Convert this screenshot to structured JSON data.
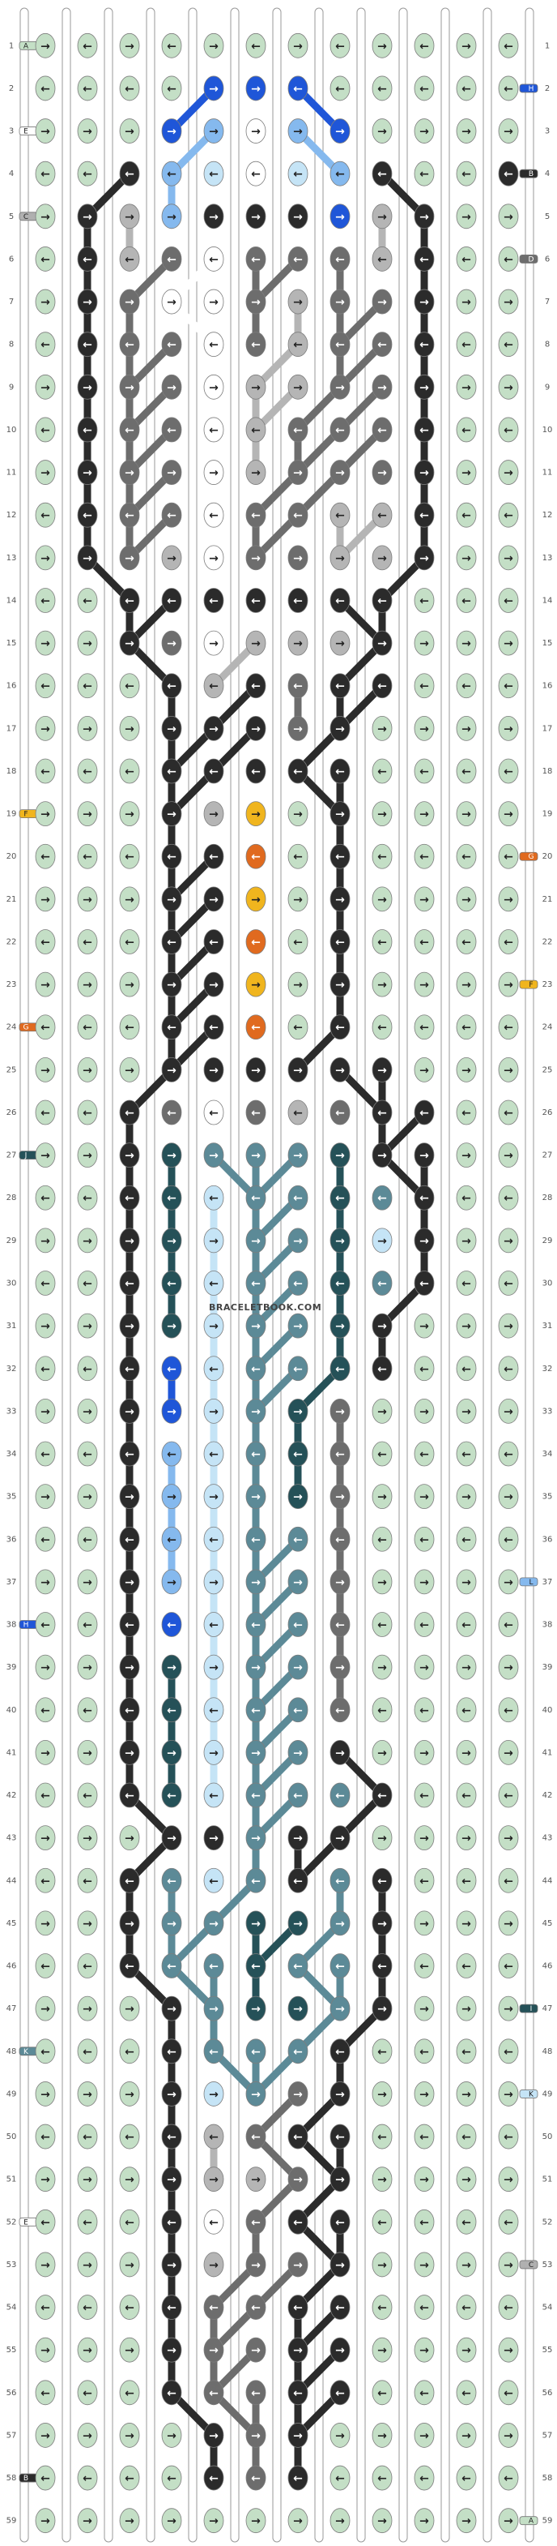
{
  "watermark": "BRACELETBOOK.COM",
  "rows": 59,
  "strings": 13,
  "colors": {
    "A": "#c4dfc6",
    "B": "#1f56d8",
    "C": "#b5b5b5",
    "D": "#2b2b2b",
    "E": "#ffffff",
    "F": "#6d6d6d",
    "G": "#f0b51e",
    "H": "#e06a1f",
    "I": "#255158",
    "J": "#5c8a97",
    "K": "#c5e4f6",
    "L": "#85b9ee",
    "M": "#b0b0b0"
  },
  "left_tags": [
    {
      "row": 1,
      "letter": "A",
      "color": "A"
    },
    {
      "row": 3,
      "letter": "E",
      "color": "E"
    },
    {
      "row": 5,
      "letter": "C",
      "color": "M"
    },
    {
      "row": 19,
      "letter": "F",
      "color": "G"
    },
    {
      "row": 24,
      "letter": "G",
      "color": "H"
    },
    {
      "row": 27,
      "letter": "J",
      "color": "I"
    },
    {
      "row": 38,
      "letter": "H",
      "color": "B"
    },
    {
      "row": 48,
      "letter": "K",
      "color": "J"
    },
    {
      "row": 52,
      "letter": "E",
      "color": "E"
    },
    {
      "row": 58,
      "letter": "B",
      "color": "D"
    }
  ],
  "right_tags": [
    {
      "row": 2,
      "letter": "H",
      "color": "B"
    },
    {
      "row": 4,
      "letter": "B",
      "color": "D"
    },
    {
      "row": 6,
      "letter": "D",
      "color": "F"
    },
    {
      "row": 20,
      "letter": "G",
      "color": "H"
    },
    {
      "row": 23,
      "letter": "F",
      "color": "G"
    },
    {
      "row": 37,
      "letter": "L",
      "color": "L"
    },
    {
      "row": 47,
      "letter": "I",
      "color": "I"
    },
    {
      "row": 49,
      "letter": "K",
      "color": "K"
    },
    {
      "row": 53,
      "letter": "C",
      "color": "M"
    },
    {
      "row": 59,
      "letter": "A",
      "color": "A"
    }
  ],
  "knots": [
    "A-r A-l A-r A-l A-r A-l A-r A-l A-r A-l A-r A-l",
    "A-l A-l A-l A-l B-r B-r B-l A-l A-l A-l A-l A-l",
    "A-r A-r A-r B-r L-r E-r L-r B-r A-r A-r A-r A-r",
    "A-l A-l D-l L-l K-l E-l K-l L-l D-l A-l A-l D-l",
    "A-r D-r C-r L-r D-r D-r D-r B-r C-r D-r A-r A-r",
    "A-l D-l C-l F-l E-l F-l F-l F-l C-l D-l A-l A-l",
    "A-r D-r F-r E-r E-r F-r C-r F-r F-r D-r A-r A-r",
    "A-l D-l F-l F-l E-l F-l C-l F-l F-l D-l A-l A-l",
    "A-r D-r F-r F-r E-r C-r C-r F-r F-r D-r A-r A-r",
    "A-l D-l F-l F-l E-l C-l F-l F-l F-l D-l A-l A-l",
    "A-r D-r F-r F-r E-r C-r F-r F-r F-r D-r A-r A-r",
    "A-l D-l F-l F-l E-l F-l F-l C-l C-l D-l A-l A-l",
    "A-r D-r F-r C-r E-r F-r F-r C-r C-r D-r A-r A-r",
    "A-l A-l D-l D-l D-l D-l D-l D-l D-l A-l A-l A-l",
    "A-r A-r D-r F-r E-r C-r C-r C-r D-r A-r A-r A-r",
    "A-l A-l A-l D-l C-l D-l F-l D-l D-l A-l A-l A-l",
    "A-r A-r A-r D-r D-r D-r F-r D-r A-r A-r A-r A-r",
    "A-l A-l A-l D-l D-l D-l D-l D-l A-l A-l A-l A-l",
    "A-r A-r A-r D-r C-r G-r A-r D-r A-r A-r A-r A-r",
    "A-l A-l A-l D-l D-l H-l A-l D-l A-l A-l A-l A-l",
    "A-r A-r A-r D-r D-r G-r A-r D-r A-r A-r A-r A-r",
    "A-l A-l A-l D-l D-l H-l A-l D-l A-l A-l A-l A-l",
    "A-r A-r A-r D-r D-r G-r A-r D-r A-r A-r A-r A-r",
    "A-l A-l A-l D-l D-l H-l A-l D-l A-l A-l A-l A-l",
    "A-r A-r A-r D-r D-r D-r D-r D-r D-r A-r A-r A-r",
    "A-l A-l D-l F-l E-l F-l C-l F-l D-l D-l A-l A-l",
    "A-r A-r D-r I-r J-r J-r J-r I-r D-r D-r A-r A-r",
    "A-l A-l D-l I-l K-l J-l J-l I-l J-l D-l A-l A-l",
    "A-r A-r D-r I-r K-r J-r J-r I-r K-r D-r A-r A-r",
    "A-l A-l D-l I-l K-l J-l J-l I-l J-l D-l A-l A-l",
    "A-r A-r D-r I-r K-r J-r J-r I-r D-r A-r A-r A-r",
    "A-l A-l D-l B-l K-l J-l J-l I-l D-l A-l A-l A-l",
    "A-r A-r D-r B-r K-r J-r I-r F-r A-r A-r A-r A-r",
    "A-l A-l D-l L-l K-l J-l I-l F-l A-l A-l A-l A-l",
    "A-r A-r D-r L-r K-r J-r I-r F-r A-r A-r A-r A-r",
    "A-l A-l D-l L-l K-l J-l J-l F-l A-l A-l A-l A-l",
    "A-r A-r D-r L-r K-r J-r J-r F-r A-r A-r A-r A-r",
    "A-l A-l D-l B-l K-l J-l J-l F-l A-l A-l A-l A-l",
    "A-r A-r D-r I-r K-r J-r J-r F-r A-r A-r A-r A-r",
    "A-l A-l D-l I-l K-l J-l J-l F-l A-l A-l A-l A-l",
    "A-r A-r D-r I-r K-r J-r J-r D-r A-r A-r A-r A-r",
    "A-l A-l D-l I-l K-l J-l J-l J-l D-l A-l A-l A-l",
    "A-r A-r A-r D-r D-r J-r D-r D-r A-r A-r A-r A-r",
    "A-l A-l D-l J-l K-l J-l D-l J-l D-l A-l A-l A-l",
    "A-r A-r D-r J-r J-r I-r I-r J-r D-r A-r A-r A-r",
    "A-l A-l D-l J-l J-l I-l J-l J-l D-l A-l A-l A-l",
    "A-r A-r A-r D-r J-r I-r I-r J-r D-r A-r A-r A-r",
    "A-l A-l A-l D-l J-l J-l J-l D-l A-l A-l A-l A-l",
    "A-r A-r A-r D-r K-r J-r F-r D-r A-r A-r A-r A-r",
    "A-l A-l A-l D-l C-l F-l D-l D-l A-l A-l A-l A-l",
    "A-r A-r A-r D-r C-r C-r F-r D-r A-r A-r A-r A-r",
    "A-l A-l A-l D-l E-l F-l D-l D-l A-l A-l A-l A-l",
    "A-r A-r A-r D-r C-r F-r F-r D-r A-r A-r A-r A-r",
    "A-l A-l A-l D-l F-l F-l D-l D-l A-l A-l A-l A-l",
    "A-r A-r A-r D-r F-r F-r D-r D-r A-r A-r A-r A-r",
    "A-l A-l A-l D-l F-l F-l D-l D-l A-l A-l A-l A-l",
    "A-r A-r A-r A-r D-r F-r D-r A-r A-r A-r A-r A-r",
    "A-l A-l A-l A-l D-l F-l D-l A-l A-l A-l A-l A-l",
    "A-r A-r A-r A-r A-r A-r A-r A-r A-r A-r A-r A-r"
  ]
}
